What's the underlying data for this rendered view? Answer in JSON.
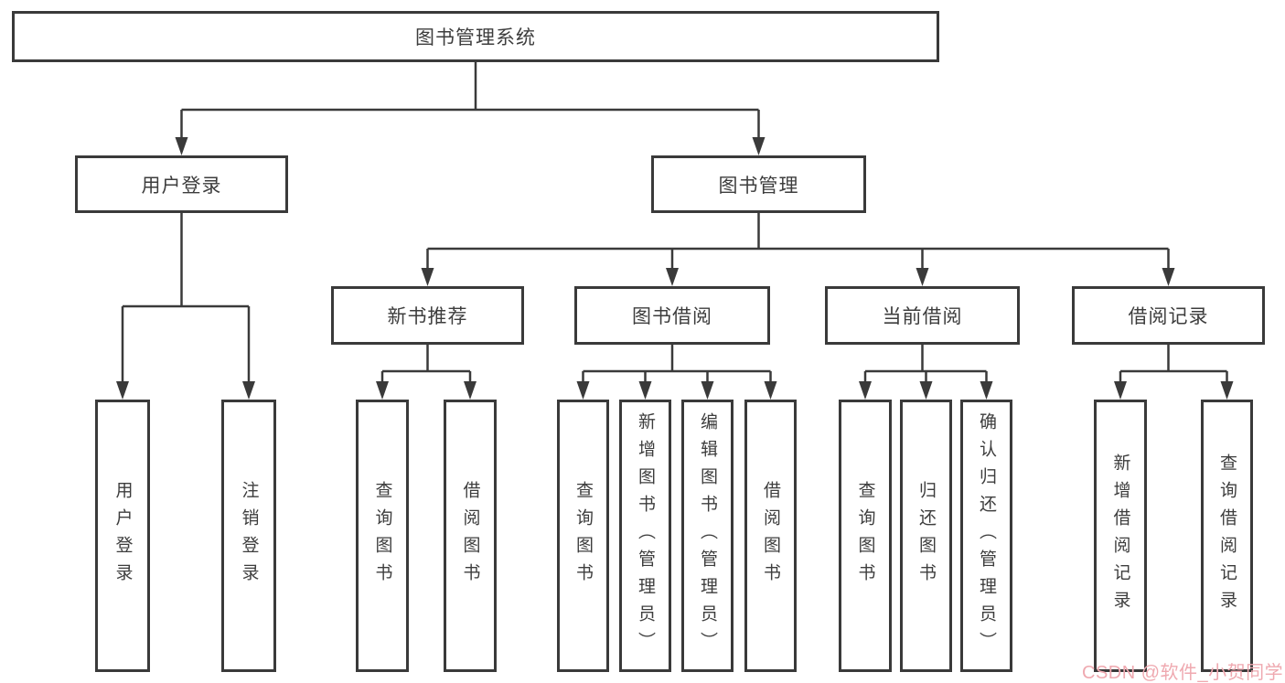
{
  "tree": {
    "root": {
      "label": "图书管理系统"
    },
    "branches": [
      {
        "label": "用户登录",
        "children": [
          {
            "label": "用户登录"
          },
          {
            "label": "注销登录"
          }
        ]
      },
      {
        "label": "图书管理",
        "children": [
          {
            "label": "新书推荐",
            "children": [
              {
                "label": "查询图书"
              },
              {
                "label": "借阅图书"
              }
            ]
          },
          {
            "label": "图书借阅",
            "children": [
              {
                "label": "查询图书"
              },
              {
                "label": "新增图书（管理员）"
              },
              {
                "label": "编辑图书（管理员）"
              },
              {
                "label": "借阅图书"
              }
            ]
          },
          {
            "label": "当前借阅",
            "children": [
              {
                "label": "查询图书"
              },
              {
                "label": "归还图书"
              },
              {
                "label": "确认归还（管理员）"
              }
            ]
          },
          {
            "label": "借阅记录",
            "children": [
              {
                "label": "新增借阅记录"
              },
              {
                "label": "查询借阅记录"
              }
            ]
          }
        ]
      }
    ]
  },
  "watermark": {
    "text": "CSDN @软件_小贺同学"
  },
  "colors": {
    "line": "#3a3a3a",
    "box_border": "#3a3a3a",
    "text": "#3d3d3d",
    "background": "#ffffff",
    "watermark": "#efa9b0"
  }
}
